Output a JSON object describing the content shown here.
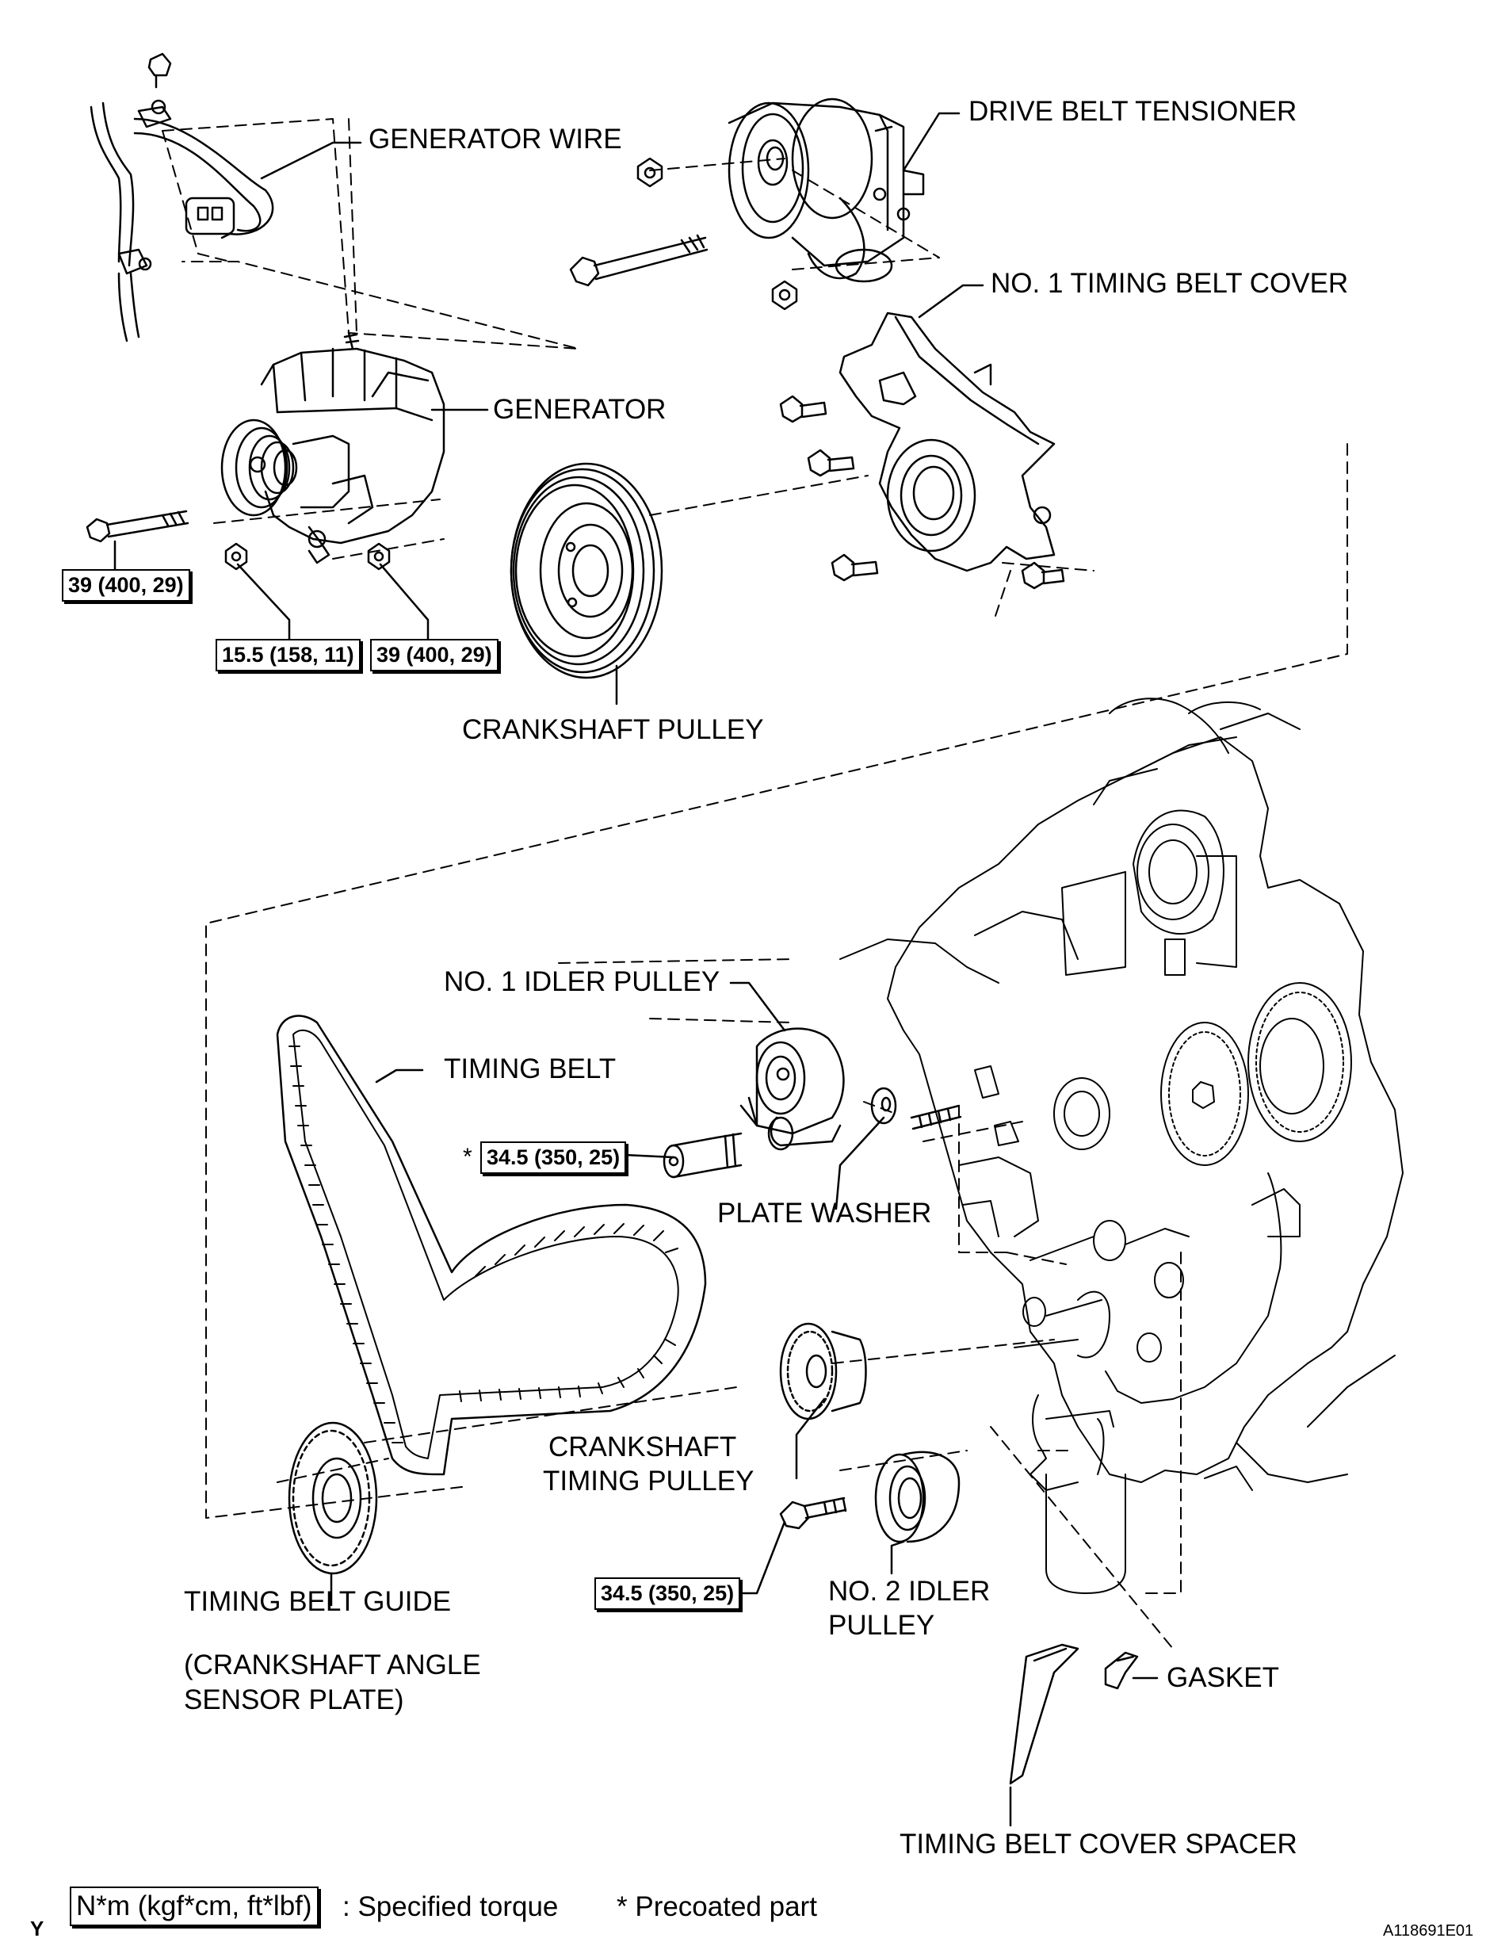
{
  "labels": {
    "generator_wire": "GENERATOR WIRE",
    "drive_belt_tensioner": "DRIVE BELT TENSIONER",
    "no1_timing_belt_cover": "NO. 1 TIMING BELT COVER",
    "generator": "GENERATOR",
    "crankshaft_pulley": "CRANKSHAFT PULLEY",
    "no1_idler_pulley": "NO. 1 IDLER PULLEY",
    "timing_belt": "TIMING BELT",
    "plate_washer": "PLATE WASHER",
    "crankshaft_timing_pulley_line1": "CRANKSHAFT",
    "crankshaft_timing_pulley_line2": "TIMING PULLEY",
    "no2_idler_pulley_line1": "NO. 2 IDLER",
    "no2_idler_pulley_line2": "PULLEY",
    "timing_belt_guide": "TIMING BELT GUIDE",
    "sensor_plate_line1": "(CRANKSHAFT ANGLE",
    "sensor_plate_line2": "SENSOR PLATE)",
    "gasket": "GASKET",
    "timing_belt_cover_spacer": "TIMING BELT COVER SPACER"
  },
  "torque_specs": {
    "generator_bolt": "39 (400, 29)",
    "generator_nut_small": "15.5 (158, 11)",
    "generator_nut_large": "39 (400, 29)",
    "no1_idler_bolt": "34.5 (350, 25)",
    "no2_idler_bolt": "34.5 (350, 25)",
    "precoated_marker": "*"
  },
  "legend": {
    "torque_unit": "N*m (kgf*cm, ft*lbf)",
    "torque_desc": ": Specified torque",
    "precoated": "* Precoated part",
    "corner_mark": "Y",
    "figure_id": "A118691E01"
  }
}
